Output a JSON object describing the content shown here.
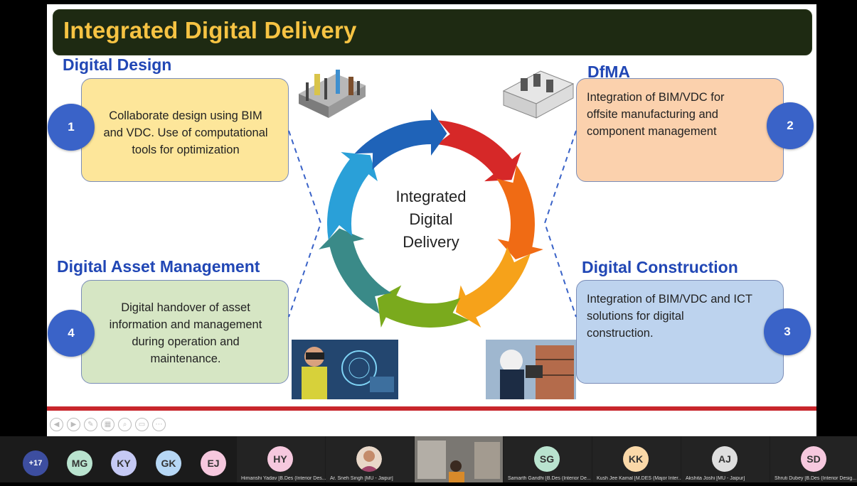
{
  "slide": {
    "title": "Integrated Digital Delivery",
    "center_label_lines": [
      "Integrated",
      "Digital",
      "Delivery"
    ],
    "sections": [
      {
        "num": "1",
        "heading": "Digital Design",
        "text_lines": [
          "Collaborate design using BIM",
          "and VDC. Use of computational",
          "tools for optimization"
        ],
        "color": "#fde69a"
      },
      {
        "num": "2",
        "heading": "DfMA",
        "text_lines": [
          "Integration of BIM/VDC for",
          "offsite manufacturing and",
          "component management"
        ],
        "color": "#fbd1ad"
      },
      {
        "num": "3",
        "heading": "Digital Construction",
        "text_lines": [
          "Integration of BIM/VDC and ICT",
          "solutions for digital",
          "construction."
        ],
        "color": "#bdd3ee"
      },
      {
        "num": "4",
        "heading": "Digital Asset Management",
        "text_lines": [
          "Digital handover of asset",
          "information and management",
          "during operation and",
          "maintenance."
        ],
        "color": "#d6e6c4"
      }
    ]
  },
  "participants": {
    "overflow_count": "+17",
    "avatars": [
      {
        "initials": "MG",
        "color": "#b9e3cf"
      },
      {
        "initials": "KY",
        "color": "#c5c9f4"
      },
      {
        "initials": "GK",
        "color": "#b6d7f5"
      },
      {
        "initials": "EJ",
        "color": "#f6c8de"
      }
    ],
    "tiles": [
      {
        "initials": "HY",
        "name": "Himanshi Yadav [B.Des (Interior Des...",
        "color": "#f6c8de"
      },
      {
        "initials": "",
        "name": "Ar. Sneh Singh [MU - Jaipur]",
        "color": "#d7a58a"
      },
      {
        "initials": "",
        "name": "",
        "color": "#6a6a6a"
      },
      {
        "initials": "SG",
        "name": "Samarth Gandhi [B.Des (Interior De...",
        "color": "#b9e3cf"
      },
      {
        "initials": "KK",
        "name": "Kush Jee Kamal [M.DES (Major Inter...",
        "color": "#fad8a8"
      },
      {
        "initials": "AJ",
        "name": "Akshita Joshi [MU - Jaipur]",
        "color": "#dedede"
      },
      {
        "initials": "SD",
        "name": "Shruti Dubey [B.Des (Interior Desig...",
        "color": "#f6c8de"
      }
    ]
  }
}
